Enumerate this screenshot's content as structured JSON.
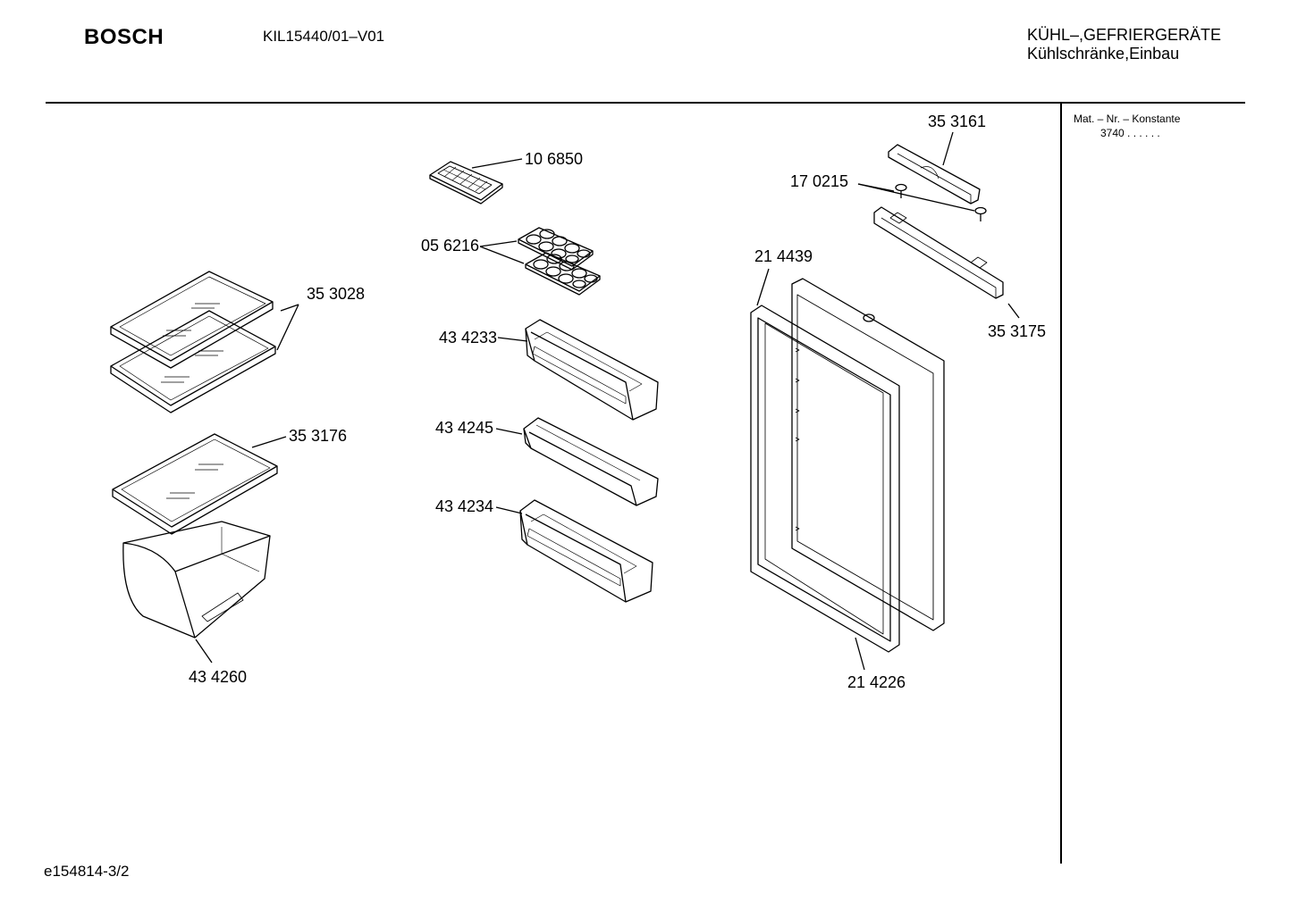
{
  "header": {
    "brand": "BOSCH",
    "model": "KIL15440/01–V01",
    "category_line1": "KÜHL–,GEFRIERGERÄTE",
    "category_line2": "Kühlschränke,Einbau"
  },
  "side_panel": {
    "heading": "Mat. – Nr. – Konstante",
    "value": "3740  .  .   .  .  .  ."
  },
  "footer": {
    "code": "e154814-3/2"
  },
  "parts": [
    {
      "id": "p1",
      "number": "10 6850"
    },
    {
      "id": "p2",
      "number": "05 6216"
    },
    {
      "id": "p3",
      "number": "35 3028"
    },
    {
      "id": "p4",
      "number": "43 4233"
    },
    {
      "id": "p5",
      "number": "35 3176"
    },
    {
      "id": "p6",
      "number": "43 4245"
    },
    {
      "id": "p7",
      "number": "43 4234"
    },
    {
      "id": "p8",
      "number": "43 4260"
    },
    {
      "id": "p9",
      "number": "35 3161"
    },
    {
      "id": "p10",
      "number": "17 0215"
    },
    {
      "id": "p11",
      "number": "21 4439"
    },
    {
      "id": "p12",
      "number": "35 3175"
    },
    {
      "id": "p13",
      "number": "21 4226"
    }
  ]
}
